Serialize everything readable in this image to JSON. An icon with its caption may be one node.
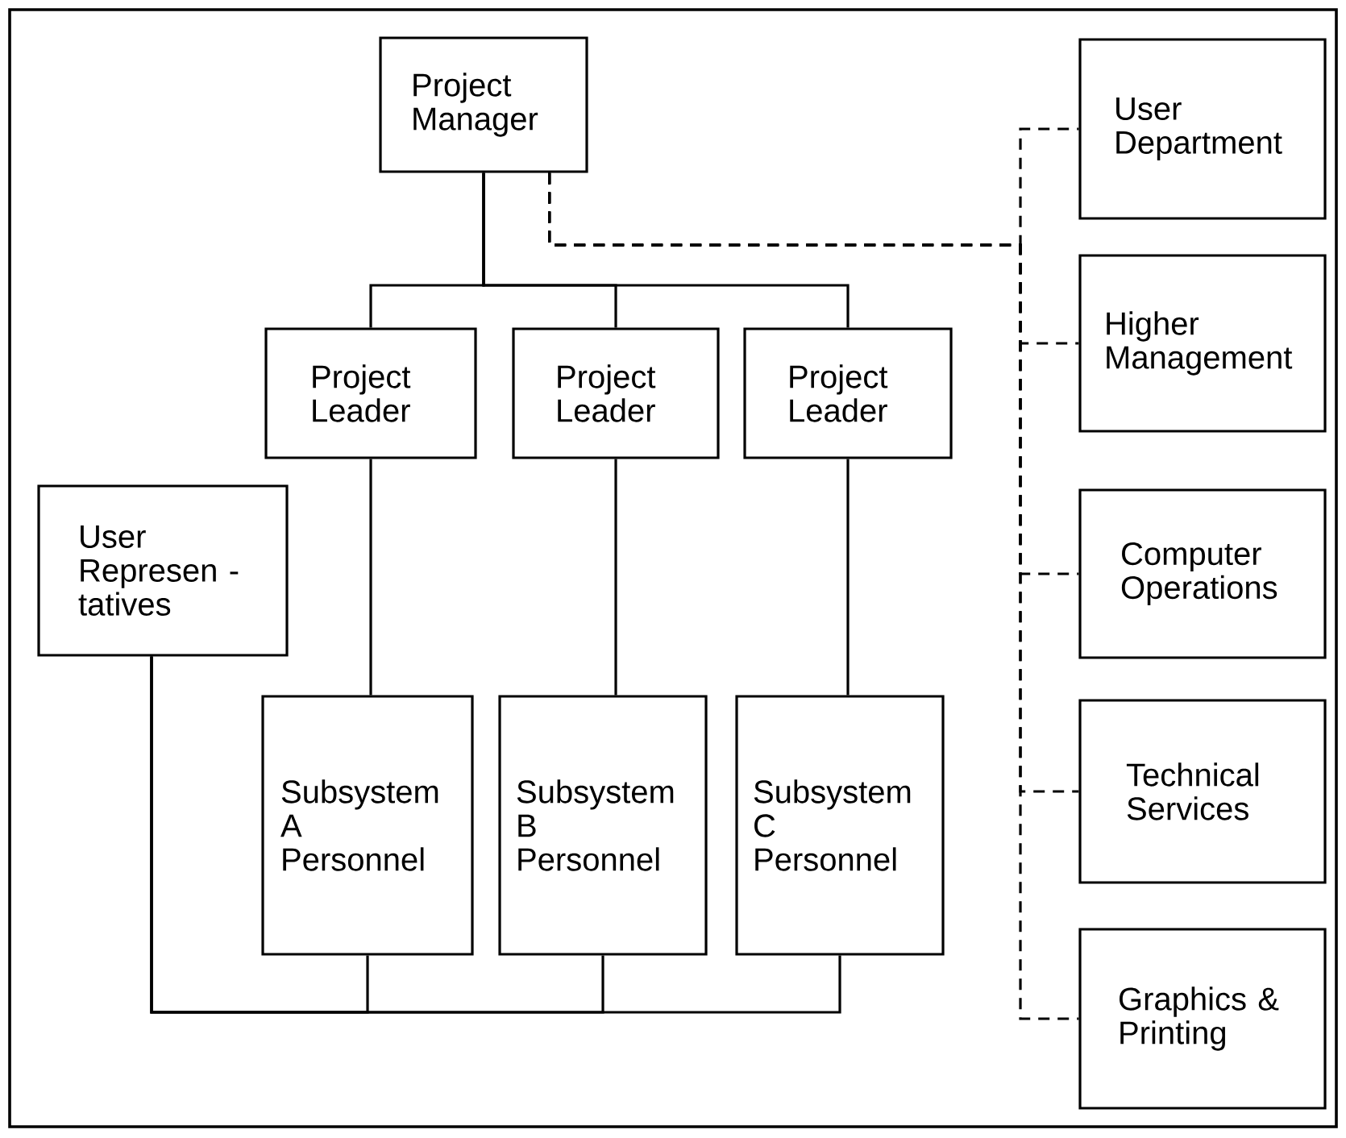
{
  "diagram": {
    "nodes": [
      {
        "text": [
          "Project Manager"
        ]
      },
      {
        "text": [
          "User Department"
        ]
      },
      {
        "text": [
          "Project Leader"
        ]
      },
      {
        "text": [
          "Project Leader"
        ]
      },
      {
        "text": [
          "Project Leader"
        ]
      },
      {
        "text": [
          "Higher Management"
        ]
      },
      {
        "text": [
          "User Represen - tatives"
        ]
      },
      {
        "text": [
          "Computer Operations"
        ]
      },
      {
        "text": [
          "Subsystem A Personnel"
        ]
      },
      {
        "text": [
          "Subsystem B Personnel"
        ]
      },
      {
        "text": [
          "Subsystem C Personnel"
        ]
      },
      {
        "text": [
          "Technical Services"
        ]
      },
      {
        "text": [
          "Graphics & Printing"
        ]
      }
    ],
    "edges": [
      {
        "from": 0,
        "to": 2,
        "arrow": "none"
      },
      {
        "from": 0,
        "to": 3,
        "arrow": "none"
      },
      {
        "from": 0,
        "to": 4,
        "arrow": "none"
      },
      {
        "from": 2,
        "to": 8,
        "arrow": "none"
      },
      {
        "from": 3,
        "to": 9,
        "arrow": "none"
      },
      {
        "from": 4,
        "to": 10,
        "arrow": "none"
      },
      {
        "from": 6,
        "to": 8,
        "arrow": "none"
      },
      {
        "from": 6,
        "to": 9,
        "arrow": "none"
      },
      {
        "from": 6,
        "to": 10,
        "arrow": "none"
      },
      {
        "from": 0,
        "to": 1,
        "arrow": "none",
        "style": "dashed"
      },
      {
        "from": 0,
        "to": 5,
        "arrow": "none",
        "style": "dashed"
      },
      {
        "from": 0,
        "to": 7,
        "arrow": "none",
        "style": "dashed"
      },
      {
        "from": 0,
        "to": 11,
        "arrow": "none",
        "style": "dashed"
      },
      {
        "from": 0,
        "to": 12,
        "arrow": "none",
        "style": "dashed"
      }
    ]
  }
}
